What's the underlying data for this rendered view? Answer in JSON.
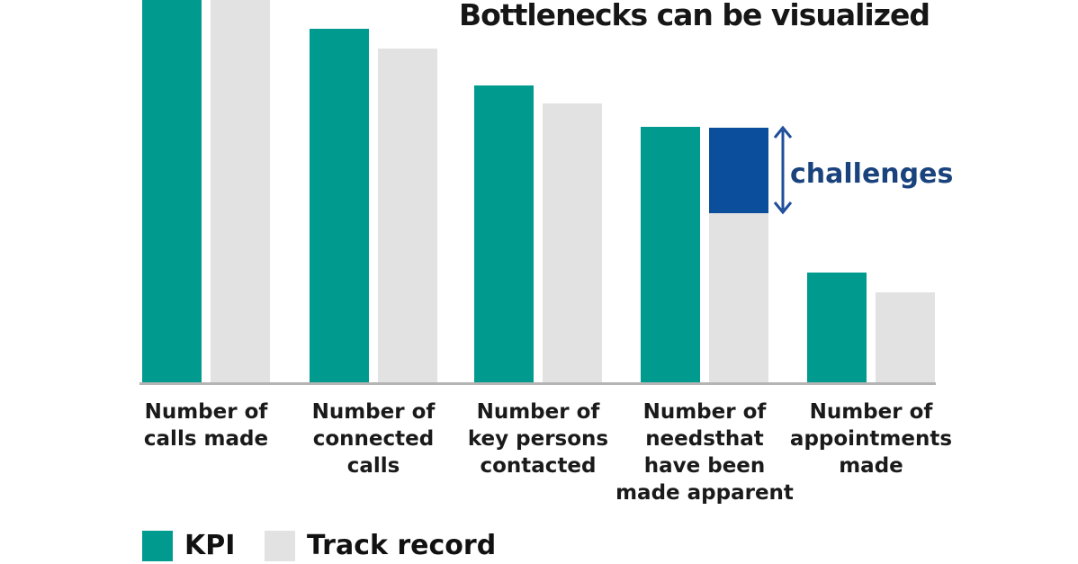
{
  "title": "Bottlenecks can be visualized",
  "annotation": {
    "label": "challenges"
  },
  "legend": [
    {
      "label": "KPI",
      "color": "#009b8e"
    },
    {
      "label": "Track record",
      "color": "#e2e2e2"
    }
  ],
  "colors": {
    "kpi": "#009b8e",
    "track_record": "#e2e2e2",
    "challenge_segment": "#0b4e9b",
    "annotation_text": "#1a437e",
    "arrow": "#1f4f9b",
    "axis_line": "#b4b4b4",
    "title_text": "#161616"
  },
  "chart_data": {
    "type": "bar",
    "title": "Bottlenecks can be visualized",
    "categories": [
      "Number of calls made",
      "Number of connected calls",
      "Number of key persons contacted",
      "Number of needsthat have been made apparent",
      "Number of appointments made"
    ],
    "category_labels_wrapped": [
      "Number of\ncalls made",
      "Number of\nconnected\ncalls",
      "Number of\nkey persons\ncontacted",
      "Number of\nneedsthat\nhave been\nmade apparent",
      "Number of\nappointments\nmade"
    ],
    "series": [
      {
        "name": "KPI",
        "color": "#009b8e",
        "values": [
          425,
          393,
          330,
          284,
          122
        ]
      },
      {
        "name": "Track record",
        "color": "#e2e2e2",
        "values": [
          425,
          371,
          310,
          188,
          100
        ]
      }
    ],
    "highlight": {
      "label": "challenges",
      "series": "Track record",
      "category_index": 3,
      "gap_height": 95,
      "color": "#0b4e9b"
    },
    "value_axis": "none (heights in relative pixel units, no numeric scale shown)",
    "clipped_at_top_category_indexes": [
      0
    ],
    "gridlines": false,
    "legend_position": "bottom-left"
  }
}
